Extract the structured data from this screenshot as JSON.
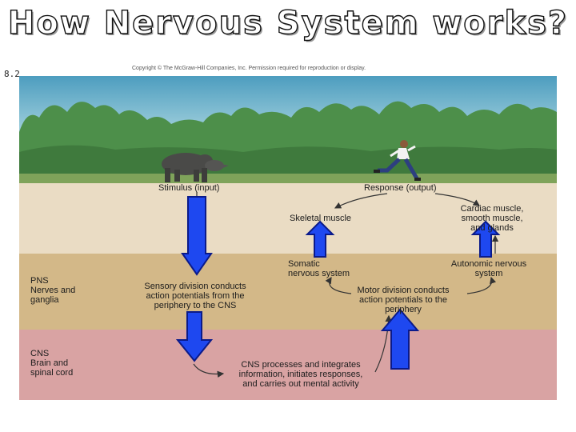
{
  "slide": {
    "title": "How Nervous System works?",
    "number": "8.2",
    "copyright": "Copyright © The McGraw-Hill Companies, Inc. Permission required for reproduction or display."
  },
  "diagram": {
    "stimulus": "Stimulus (input)",
    "response": "Response (output)",
    "skeletal_muscle": "Skeletal muscle",
    "cardiac": [
      "Cardiac muscle,",
      "smooth muscle,",
      "and glands"
    ],
    "somatic": [
      "Somatic",
      "nervous system"
    ],
    "autonomic": [
      "Autonomic nervous",
      "system"
    ],
    "pns": [
      "PNS",
      "Nerves and",
      "ganglia"
    ],
    "sensory": [
      "Sensory division conducts",
      "action potentials from the",
      "periphery to the CNS"
    ],
    "motor": [
      "Motor division conducts",
      "action potentials to the",
      "periphery"
    ],
    "cns": [
      "CNS",
      "Brain and",
      "spinal cord"
    ],
    "cns_process": [
      "CNS processes and integrates",
      "information, initiates responses,",
      "and carries out mental activity"
    ]
  },
  "colors": {
    "sky": "#5fa8c6",
    "trees": "#4d8f4a",
    "ground": "#eadcc4",
    "pns_band": "#d3b888",
    "cns_band": "#d9a3a3",
    "arrow_fill": "#1e48f0",
    "arrow_border": "#0a1a8a"
  }
}
